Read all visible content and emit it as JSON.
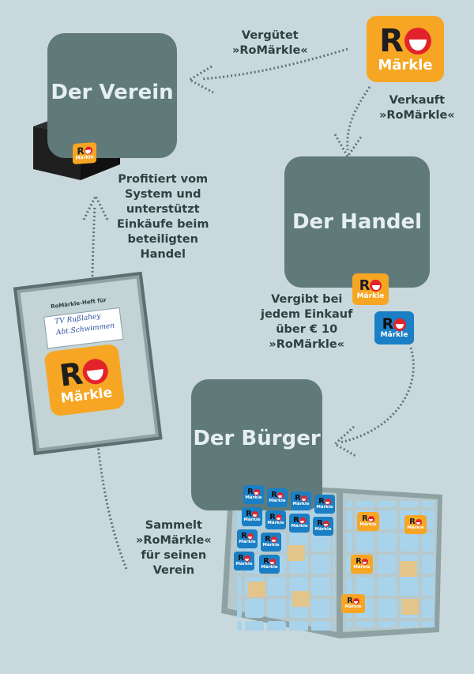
{
  "nodes": {
    "verein": "Der Verein",
    "handel": "Der Handel",
    "buerger": "Der Bürger"
  },
  "edges": {
    "verguetet": [
      "Vergütet",
      "»RoMärkle«"
    ],
    "verkauft": [
      "Verkauft",
      "»RoMärkle«"
    ],
    "vergibt": [
      "Vergibt bei",
      "jedem Einkauf",
      "über € 10",
      "»RoMärkle«"
    ],
    "sammelt": [
      "Sammelt",
      "»RoMärkle«",
      "für seinen",
      "Verein"
    ],
    "profitiert": [
      "Profitiert vom",
      "System und",
      "unterstützt",
      "Einkäufe beim",
      "beteiligten",
      "Handel"
    ]
  },
  "logo": {
    "ro": "R",
    "word": "Märkle"
  },
  "booklet": {
    "heading": "RoMärkle-Heft für",
    "line1": "TV Rußlahey",
    "line2": "Abt.Schwimmen"
  },
  "colors": {
    "background": "#c9d8dd",
    "box": "#607a7a",
    "arrow": "#5d7476",
    "orange": "#f6a623",
    "blue": "#1a7fc4",
    "red": "#e3232b"
  }
}
